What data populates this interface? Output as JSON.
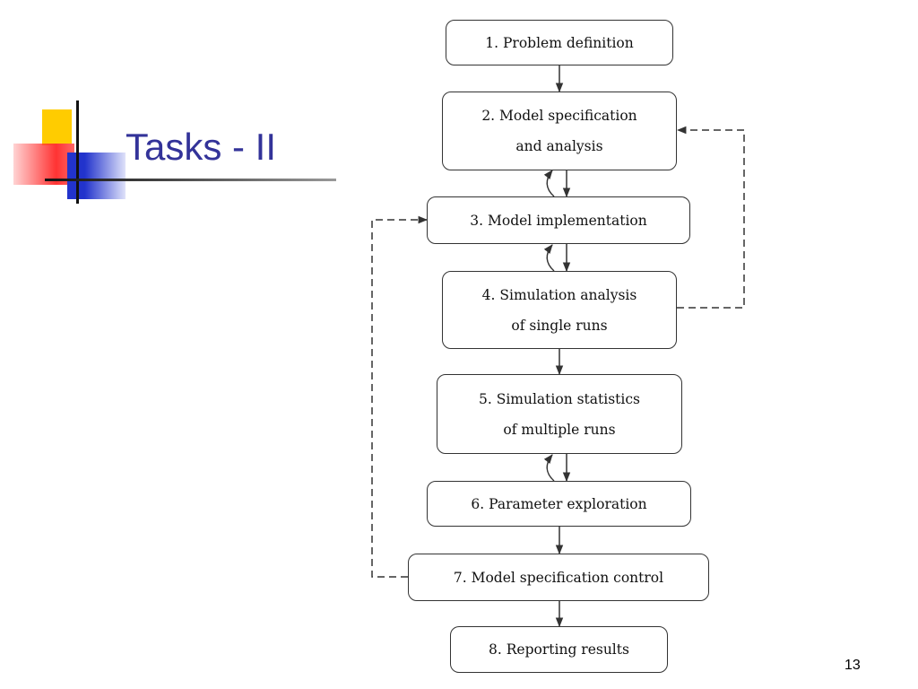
{
  "slide": {
    "title": "Tasks - II",
    "page_number": "13"
  },
  "flowchart": {
    "steps": [
      {
        "lines": [
          "1. Problem definition"
        ]
      },
      {
        "lines": [
          "2. Model specification",
          "and analysis"
        ]
      },
      {
        "lines": [
          "3. Model implementation"
        ]
      },
      {
        "lines": [
          "4. Simulation analysis",
          "of single runs"
        ]
      },
      {
        "lines": [
          "5. Simulation statistics",
          "of multiple runs"
        ]
      },
      {
        "lines": [
          "6. Parameter exploration"
        ]
      },
      {
        "lines": [
          "7. Model specification control"
        ]
      },
      {
        "lines": [
          "8. Reporting results"
        ]
      }
    ]
  }
}
